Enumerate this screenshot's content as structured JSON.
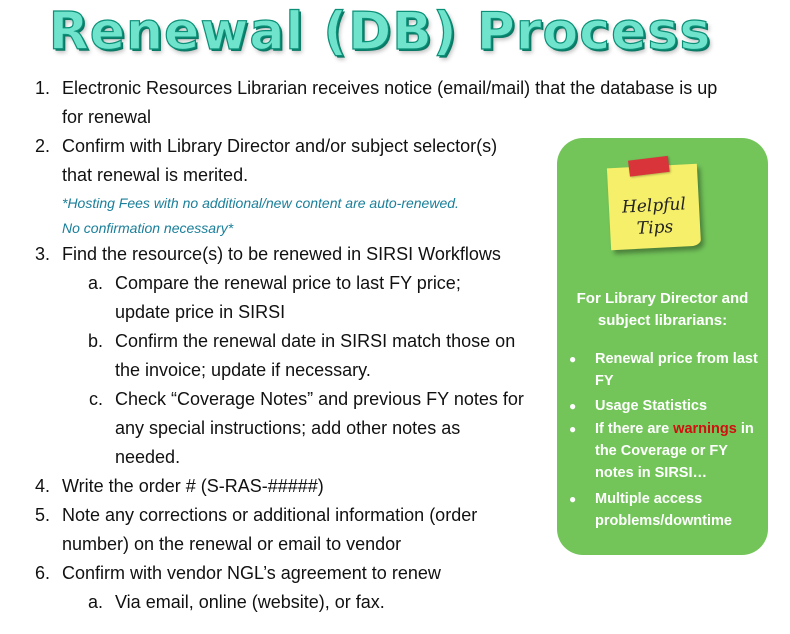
{
  "title": "Renewal (DB) Process",
  "steps": [
    {
      "number": "1.",
      "lines": [
        "Electronic Resources Librarian receives notice (email/mail) that the database is up",
        "for renewal"
      ]
    },
    {
      "number": "2.",
      "lines": [
        "Confirm with Library Director and/or subject selector(s)",
        "that renewal is merited."
      ],
      "note": [
        "*Hosting Fees with no additional/new content are auto-renewed.",
        "No confirmation necessary*"
      ]
    },
    {
      "number": "3.",
      "lines": [
        "Find the resource(s) to be renewed in SIRSI Workflows"
      ],
      "substeps": [
        {
          "letter": "a.",
          "lines": [
            "Compare the renewal price to last FY price;",
            "update price in SIRSI"
          ]
        },
        {
          "letter": "b.",
          "lines": [
            "Confirm the renewal date in SIRSI match those on",
            "the invoice; update if necessary."
          ]
        },
        {
          "letter": "c.",
          "lines": [
            "Check “Coverage Notes” and previous FY notes for",
            "any special instructions; add other notes as",
            "needed."
          ]
        }
      ]
    },
    {
      "number": "4.",
      "lines": [
        "Write the order # (S-RAS-#####)"
      ]
    },
    {
      "number": "5.",
      "lines": [
        "Note any corrections or additional information (order",
        "number) on the renewal or email to vendor"
      ]
    },
    {
      "number": "6.",
      "lines": [
        "Confirm with vendor NGL’s agreement to renew"
      ],
      "substeps": [
        {
          "letter": "a.",
          "lines": [
            "Via email, online (website), or fax."
          ]
        }
      ]
    }
  ],
  "tips_panel": {
    "sticky_note": {
      "line1": "Helpful",
      "line2": "Tips"
    },
    "heading": [
      "For Library Director and",
      "subject librarians:"
    ],
    "tips": [
      {
        "parts": [
          {
            "text": "Renewal price from last FY"
          }
        ]
      },
      {
        "parts": [
          {
            "text": "Usage Statistics"
          }
        ]
      },
      {
        "parts": [
          {
            "text": "If there are "
          },
          {
            "text": "warnings",
            "highlight": true
          },
          {
            "text": " in the Coverage or FY notes in SIRSI…"
          }
        ]
      },
      {
        "parts": [
          {
            "text": "Multiple access problems/downtime"
          }
        ]
      }
    ],
    "colors": {
      "panel": "#73c55a",
      "sticky": "#f6ef6a",
      "tape": "#d8343a",
      "warning": "#d01010"
    }
  }
}
